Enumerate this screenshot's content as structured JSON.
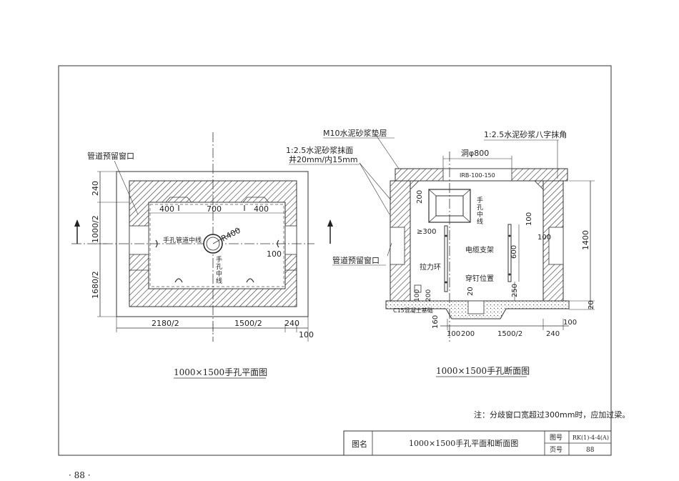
{
  "plan": {
    "caption": "1000×1500手孔平面图",
    "label_pipe_window": "管道预留窗口",
    "label_centerline_pipe": "手孔管道中线",
    "label_radius": "R400",
    "label_centerline_hand": [
      "手",
      "孔",
      "中",
      "线"
    ],
    "dims": {
      "left_top": "240",
      "left_mid": "1000/2",
      "left_bottom": "1680/2",
      "top_a": "400",
      "top_b": "700",
      "top_c": "400",
      "right_100": "100",
      "bottom_a": "2180/2",
      "bottom_b": "1500/2",
      "bottom_c": "240",
      "bottom_d": "100"
    }
  },
  "section": {
    "caption": "1000×1500手孔断面图",
    "label_m10": "M10水泥砂浆垫层",
    "label_mortar": "1:2.5水泥砂浆抹面",
    "label_thickness": "井20mm/内15mm",
    "label_chamfer": "1:2.5水泥砂浆八字抹角",
    "label_hole": "洞φ800",
    "label_irb": "IRB-100-150",
    "label_hand_center": [
      "手",
      "孔",
      "中",
      "线"
    ],
    "label_bracket": "电缆支架",
    "label_pull_ring": "拉力环",
    "label_pipe_window": "管道预留窗口",
    "label_through": "穿钉位置",
    "label_base": "C15混凝土基础",
    "dims": {
      "d200": "200",
      "d300": "≥300",
      "d100a": "100",
      "d100b": "100",
      "d600": "600",
      "d1400": "1400",
      "d250": "250",
      "d20": "20",
      "d20r": "20",
      "d100c": "100",
      "d200b": "200",
      "d160": "160",
      "b100": "100",
      "b200": "200",
      "b1500": "1500/2",
      "b240": "240",
      "b100r": "100"
    }
  },
  "note": "注：分歧窗口宽超过300mm时，应加过梁。",
  "title_block": {
    "name_label": "图名",
    "name_value": "1000×1500手孔平面和断面图",
    "fig_label": "图号",
    "fig_value": "RK(1)-4-4(A)",
    "page_label": "页号",
    "page_value": "88"
  },
  "page_number": "· 88 ·"
}
